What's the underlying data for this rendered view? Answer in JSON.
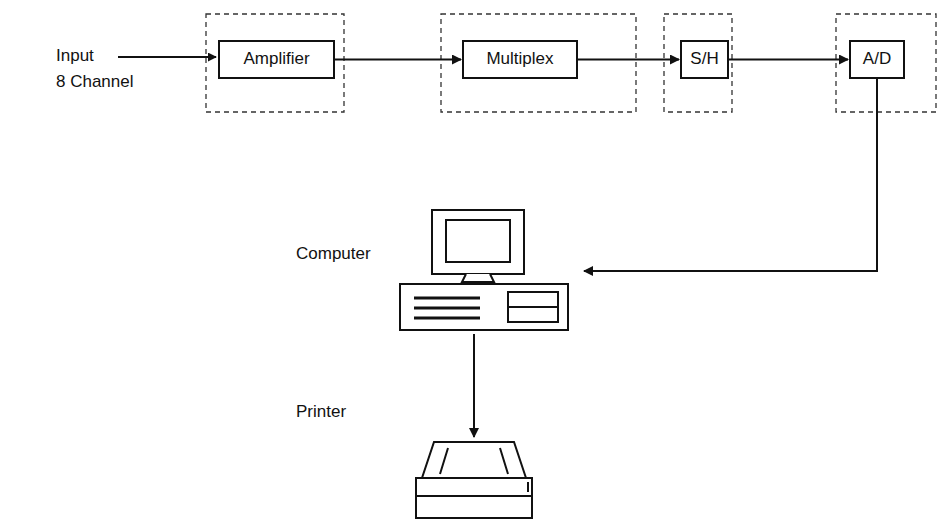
{
  "diagram": {
    "nodes": [
      {
        "text": [
          "Amplifier"
        ]
      },
      {
        "text": [
          "Multiplex"
        ]
      },
      {
        "text": [
          "S/H"
        ]
      },
      {
        "text": [
          "A/D"
        ]
      },
      {
        "text": [
          "Computer"
        ]
      },
      {
        "text": [
          "Printer"
        ]
      }
    ],
    "edges": [
      {
        "from": 0,
        "to": 1,
        "arrow": "to"
      },
      {
        "from": 1,
        "to": 2,
        "arrow": "to"
      },
      {
        "from": 2,
        "to": 3,
        "arrow": "to"
      },
      {
        "from": 3,
        "to": 4,
        "arrow": "to"
      },
      {
        "from": 4,
        "to": 5,
        "arrow": "to"
      }
    ],
    "labels": [
      "Input",
      "8 Channel"
    ]
  }
}
